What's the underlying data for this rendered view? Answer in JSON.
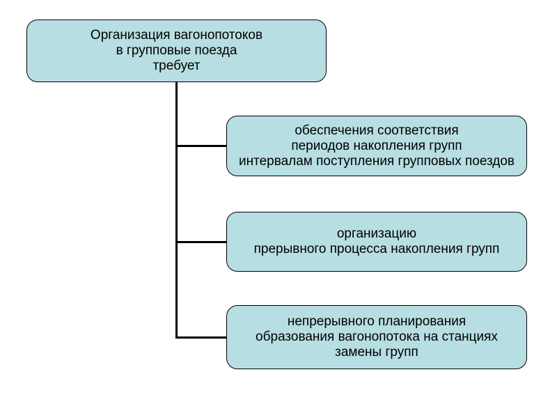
{
  "diagram": {
    "root": {
      "text": "Организация вагонопотоков\nв групповые поезда\nтребует"
    },
    "children": [
      {
        "text": "обеспечения соответствия\nпериодов накопления групп\nинтервалам поступления групповых поездов"
      },
      {
        "text": "организацию\nпрерывного процесса накопления групп"
      },
      {
        "text": "непрерывного планирования\nобразования вагонопотока на станциях\nзамены групп"
      }
    ],
    "colors": {
      "box_fill": "#b7dee3",
      "box_border": "#000000",
      "connector_line": "#000000",
      "text": "#000000",
      "background": "#ffffff"
    }
  }
}
